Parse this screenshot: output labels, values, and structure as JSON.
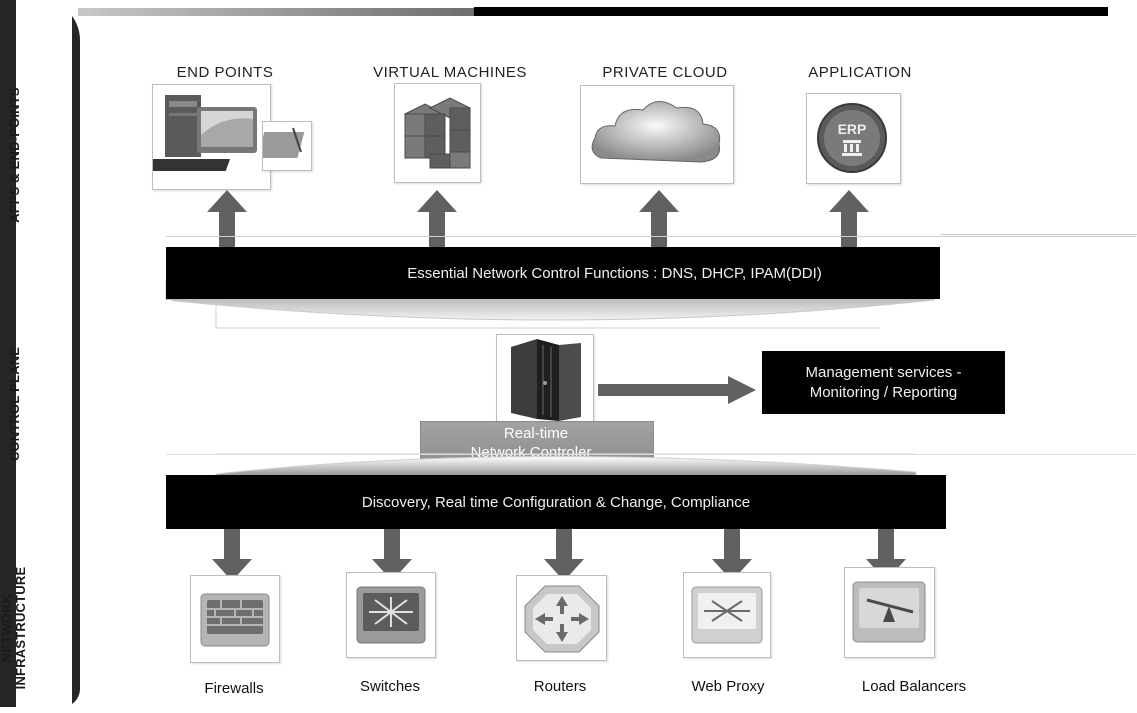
{
  "sections": {
    "apps": "APPS & END-POINTS",
    "control": "CONTROL PLANE",
    "network_line1": "NETWORK",
    "network_line2": "INFRASTRUCTURE"
  },
  "top_items": [
    {
      "label": "END POINTS",
      "icon": "computer-devices-icon"
    },
    {
      "label": "VIRTUAL MACHINES",
      "icon": "server-stack-icon"
    },
    {
      "label": "PRIVATE CLOUD",
      "icon": "cloud-icon"
    },
    {
      "label": "APPLICATION",
      "icon": "erp-app-icon"
    }
  ],
  "erp_text": "ERP",
  "control_bar": "Essential Network Control Functions : DNS, DHCP, IPAM(DDI)",
  "controller": {
    "line1": "Real-time",
    "line2": "Network Controler",
    "icon": "server-rack-icon"
  },
  "management": {
    "line1": "Management services -",
    "line2": "Monitoring / Reporting"
  },
  "discovery_bar": "Discovery, Real time Configuration & Change, Compliance",
  "devices": [
    {
      "label": "Firewalls",
      "icon": "firewall-icon"
    },
    {
      "label": "Switches",
      "icon": "switch-icon"
    },
    {
      "label": "Routers",
      "icon": "router-icon"
    },
    {
      "label": "Web Proxy",
      "icon": "web-proxy-icon"
    },
    {
      "label": "Load Balancers",
      "icon": "load-balancer-icon"
    }
  ],
  "colors": {
    "bar": "#000000",
    "arrow": "#616161",
    "side_band": "#262626"
  }
}
